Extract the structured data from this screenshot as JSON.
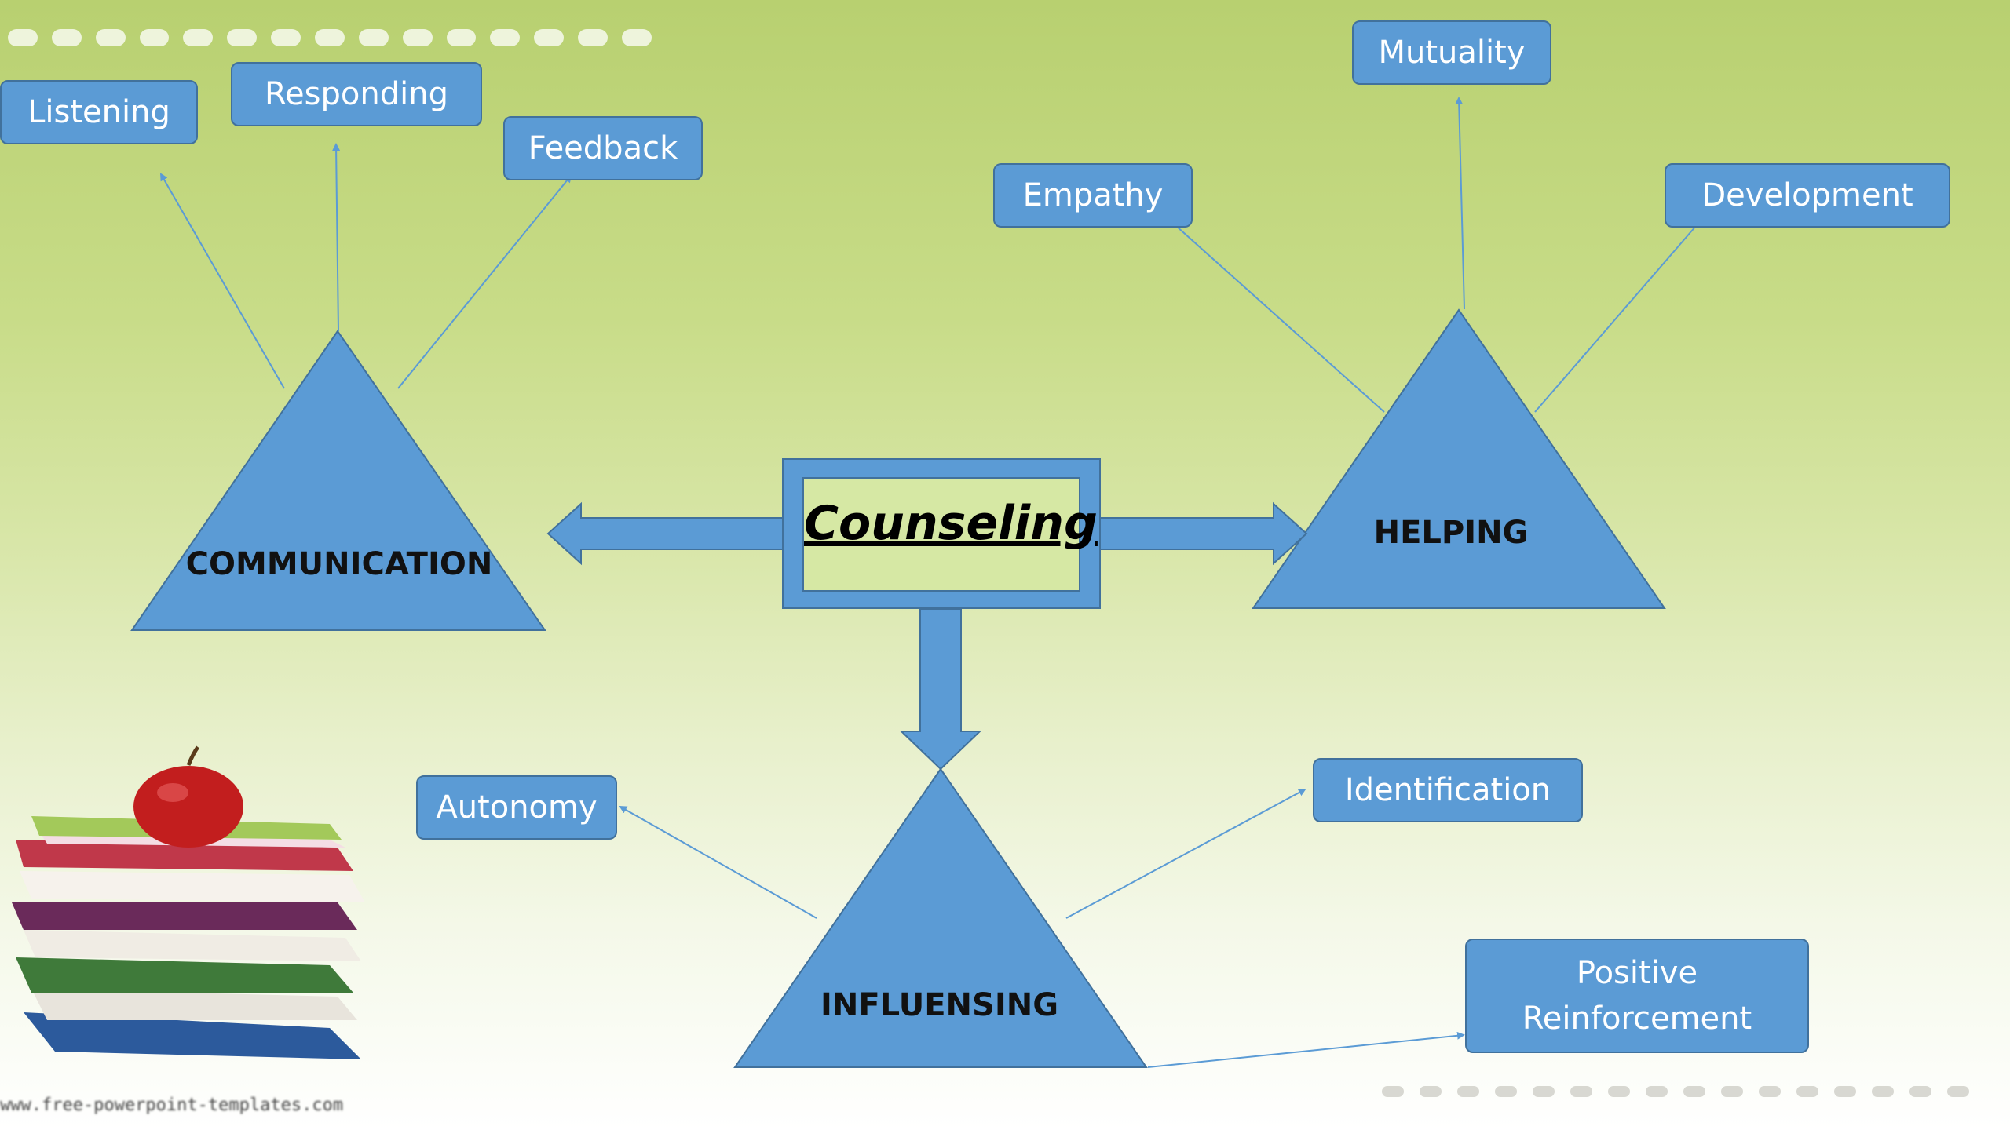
{
  "center": {
    "title": "Counseling"
  },
  "triangles": {
    "communication": "COMMUNICATION",
    "helping": "HELPING",
    "influensing": "INFLUENSING"
  },
  "communication_items": [
    "Listening",
    "Responding",
    "Feedback"
  ],
  "helping_items": [
    "Empathy",
    "Mutuality",
    "Development"
  ],
  "influensing_items": [
    "Autonomy",
    "Identification",
    "Positive Reinforcement"
  ],
  "colors": {
    "shape_fill": "#5b9bd5",
    "shape_border": "#41719c",
    "text_on_shape": "#ffffff",
    "label_text": "#111111"
  },
  "icons": {
    "books": "books-stack-with-apple-icon"
  },
  "footer_url": "www.free-powerpoint-templates.com"
}
